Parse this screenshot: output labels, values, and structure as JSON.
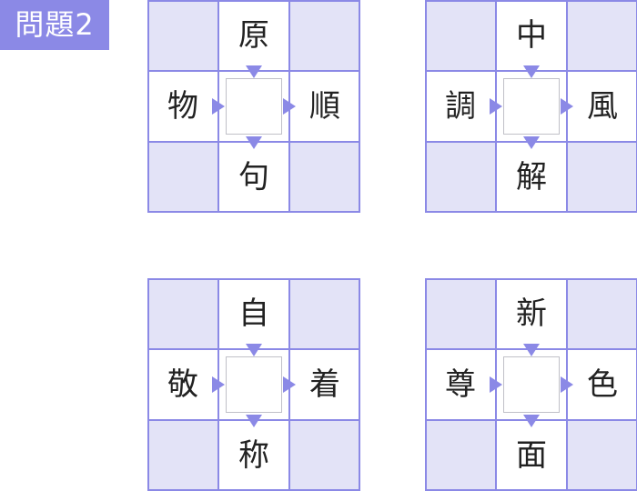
{
  "label": "問題2",
  "colors": {
    "accent": "#8b89e6",
    "filler": "#e3e3f7"
  },
  "puzzles": [
    {
      "top": "原",
      "left": "物",
      "right": "順",
      "bottom": "句"
    },
    {
      "top": "中",
      "left": "調",
      "right": "風",
      "bottom": "解"
    },
    {
      "top": "自",
      "left": "敬",
      "right": "着",
      "bottom": "称"
    },
    {
      "top": "新",
      "left": "尊",
      "right": "色",
      "bottom": "面"
    }
  ]
}
